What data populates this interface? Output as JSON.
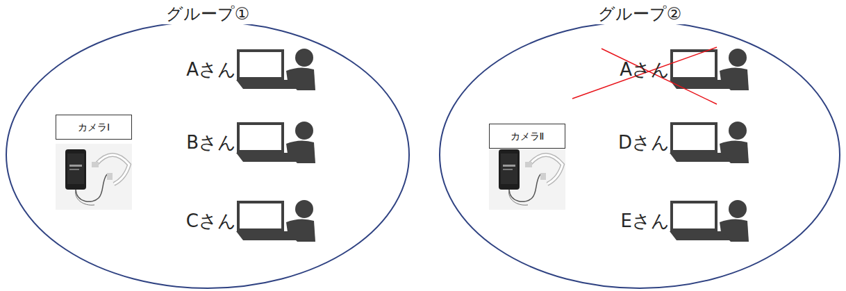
{
  "diagram": {
    "nodes": [
      {
        "text": [
          "グループ①"
        ]
      },
      {
        "text": [
          "カメラⅠ"
        ],
        "in": 0
      },
      {
        "text": [
          "Aさん"
        ],
        "in": 0
      },
      {
        "text": [
          "Bさん"
        ],
        "in": 0
      },
      {
        "text": [
          "Cさん"
        ],
        "in": 0
      },
      {
        "text": [
          "グループ②"
        ]
      },
      {
        "text": [
          "カメラⅡ"
        ],
        "in": 5
      },
      {
        "text": [
          "Aさん"
        ],
        "in": 5
      },
      {
        "text": [
          "Dさん"
        ],
        "in": 5
      },
      {
        "text": [
          "Eさん"
        ],
        "in": 5
      }
    ]
  }
}
